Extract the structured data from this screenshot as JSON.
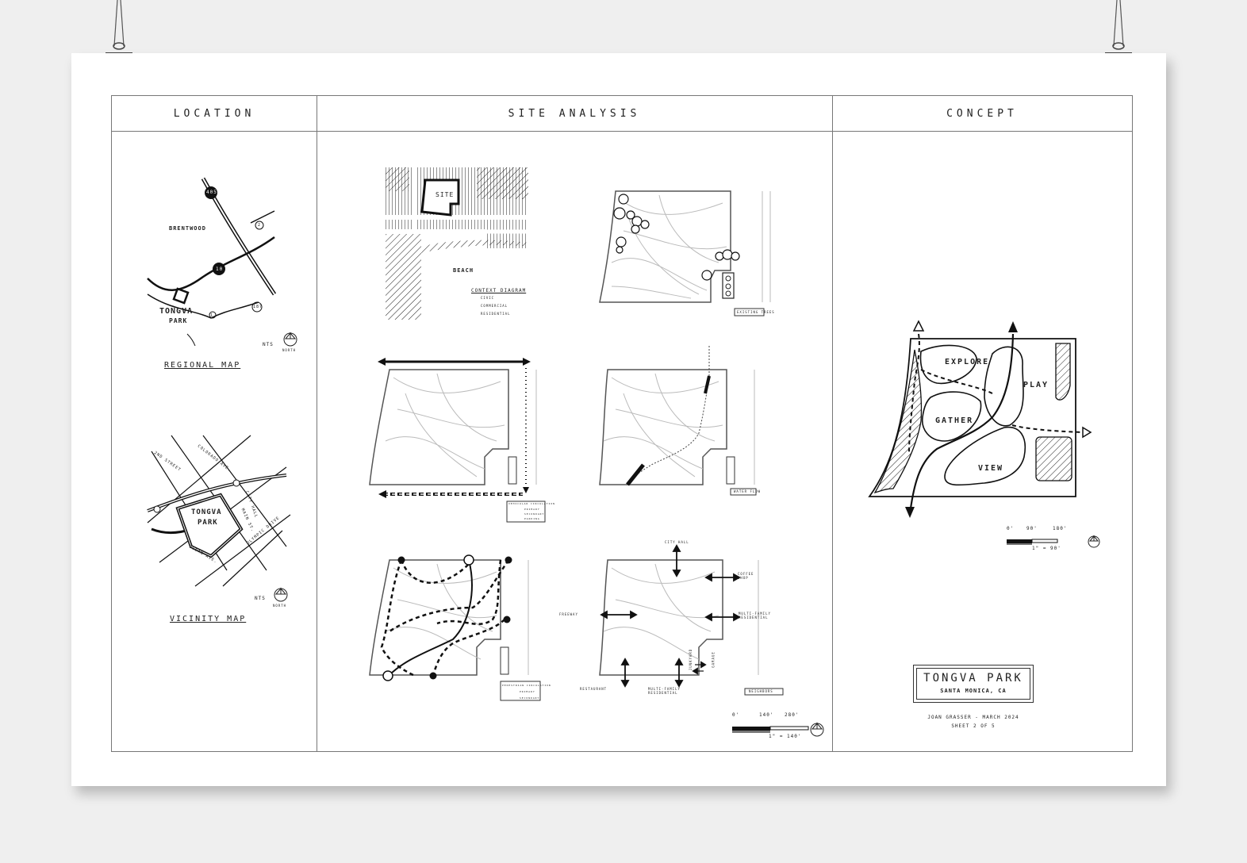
{
  "headers": {
    "location": "LOCATION",
    "site_analysis": "SITE ANALYSIS",
    "concept": "CONCEPT"
  },
  "location": {
    "regional_map": {
      "caption": "REGIONAL MAP",
      "labels": {
        "brentwood": "BRENTWOOD",
        "park1": "TONGVA",
        "park2": "PARK",
        "nts": "NTS",
        "north": "NORTH"
      },
      "shields": [
        "405",
        "10",
        "2",
        "187",
        "1"
      ]
    },
    "vicinity_map": {
      "caption": "VICINITY MAP",
      "labels": {
        "park1": "TONGVA",
        "park2": "PARK",
        "colorado": "COLORADO AVE.",
        "second": "2ND STREET",
        "cityhall": "CITY HALL",
        "main": "MAIN ST.",
        "olympic": "OLYMPIC DRIVE",
        "ocean": "OCEAN AVE.",
        "nts": "NTS",
        "north": "NORTH"
      }
    }
  },
  "site_analysis": {
    "context": {
      "site": "SITE",
      "beach": "BEACH",
      "legend_title": "CONTEXT DIAGRAM",
      "legend": [
        "CIVIC",
        "COMMERCIAL",
        "RESIDENTIAL"
      ]
    },
    "existing": {
      "tag": "EXISTING TREES"
    },
    "circulation": {
      "legend": [
        "VEHICULAR CIRCULATION",
        "PRIMARY",
        "SECONDARY",
        "PARKING"
      ]
    },
    "water": {
      "tag": "WATER FLOW"
    },
    "pedestrian": {
      "legend": [
        "PEDESTRIAN CIRCULATION",
        "PRIMARY",
        "SECONDARY"
      ]
    },
    "views": {
      "labels": [
        "CITY HALL",
        "COFFEE SHOP",
        "FREEWAY",
        "MULTI-FAMILY RESIDENTIAL",
        "RESTAURANT",
        "MULTI-FAMILY RESIDENTIAL",
        "JUNKYARD",
        "GARAGE"
      ],
      "tag": "NEIGHBORS"
    },
    "scale": {
      "ticks": [
        "0'",
        "140'",
        "280'"
      ],
      "note": "1\" = 140'"
    }
  },
  "concept": {
    "zones": {
      "explore": "EXPLORE",
      "play": "PLAY",
      "gather": "GATHER",
      "view": "VIEW"
    },
    "scale": {
      "ticks": [
        "0'",
        "90'",
        "180'"
      ],
      "note": "1\" = 90'"
    },
    "title": "TONGVA PARK",
    "subtitle": "SANTA MONICA, CA",
    "author": "JOAN GRASSER - MARCH 2024",
    "sheet": "SHEET 2 OF 5"
  }
}
